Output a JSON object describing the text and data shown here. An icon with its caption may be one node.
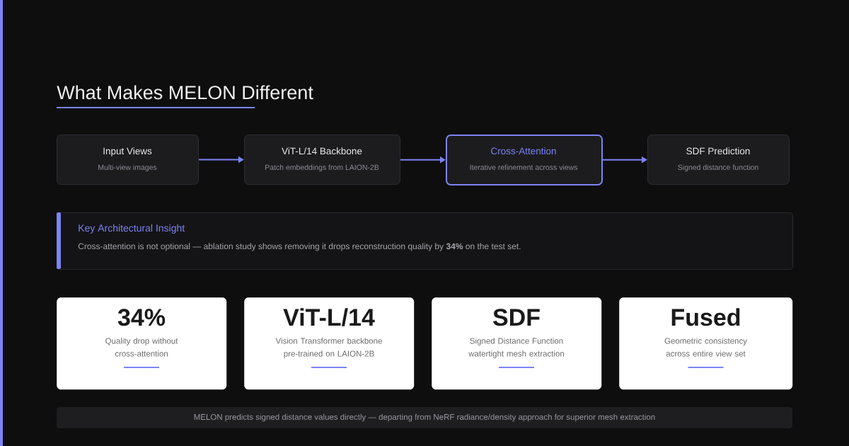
{
  "diagram": {
    "title": "What Makes MELON Different",
    "nodes": [
      {
        "text": [
          "Input Views",
          "Multi-view images"
        ]
      },
      {
        "text": [
          "ViT-L/14 Backbone",
          "Patch embeddings from LAION-2B"
        ]
      },
      {
        "text": [
          "Cross-Attention",
          "Iterative refinement across views"
        ]
      },
      {
        "text": [
          "SDF Prediction",
          "Signed distance function"
        ]
      },
      {
        "text": [
          "Key Architectural Insight",
          "Cross-attention is not optional — ablation study shows removing it drops reconstruction quality by **34%** on the test set."
        ]
      },
      {
        "text": [
          "34%",
          "Quality drop without cross-attention"
        ]
      },
      {
        "text": [
          "ViT-L/14",
          "Vision Transformer backbone pre-trained on LAION-2B"
        ]
      },
      {
        "text": [
          "SDF",
          "Signed Distance Function watertight mesh extraction"
        ]
      },
      {
        "text": [
          "Fused",
          "Geometric consistency across entire view set"
        ]
      },
      {
        "text": [
          "MELON predicts signed distance values directly — departing from NeRF radiance/density approach for superior mesh extraction"
        ]
      }
    ],
    "edges": [
      {
        "from": 0,
        "to": 1,
        "arrow": "to"
      },
      {
        "from": 1,
        "to": 2,
        "arrow": "to"
      },
      {
        "from": 2,
        "to": 3,
        "arrow": "to"
      }
    ]
  }
}
